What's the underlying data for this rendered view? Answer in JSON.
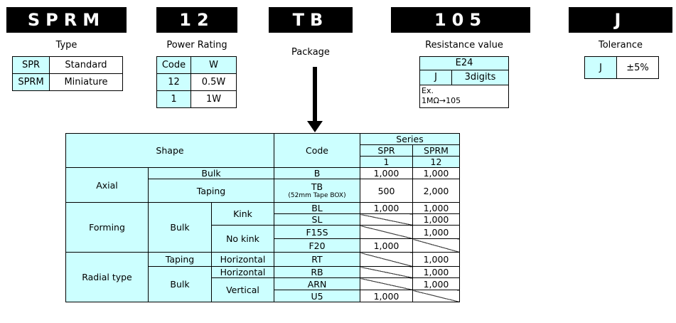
{
  "codes": {
    "type": "SPRM",
    "power": "12",
    "package": "TB",
    "resistance": "105",
    "tolerance": "J"
  },
  "captions": {
    "type": "Type",
    "power": "Power Rating",
    "package": "Package",
    "resistance": "Resistance value",
    "tolerance": "Tolerance"
  },
  "type_table": [
    {
      "code": "SPR",
      "name": "Standard"
    },
    {
      "code": "SPRM",
      "name": "Miniature"
    }
  ],
  "power_table": {
    "header": [
      "Code",
      "W"
    ],
    "rows": [
      [
        "12",
        "0.5W"
      ],
      [
        "1",
        "1W"
      ]
    ]
  },
  "resistance_box": {
    "series": "E24",
    "code": "J",
    "digits": "3digits",
    "example_label": "Ex.",
    "example_value": "1MΩ→105"
  },
  "tolerance_table": {
    "code": "J",
    "value": "±5%"
  },
  "package_table": {
    "h_shape": "Shape",
    "h_code": "Code",
    "h_series": "Series",
    "h_spr": "SPR",
    "h_sprm": "SPRM",
    "h_spr_num": "1",
    "h_sprm_num": "12",
    "axial": "Axial",
    "bulk": "Bulk",
    "taping": "Taping",
    "forming": "Forming",
    "kink": "Kink",
    "no_kink": "No kink",
    "radial": "Radial type",
    "horizontal": "Horizontal",
    "vertical": "Vertical",
    "codes": {
      "b": "B",
      "tb": "TB",
      "tb_note": "(52mm Tape BOX)",
      "bl": "BL",
      "sl": "SL",
      "f15s": "F15S",
      "f20": "F20",
      "rt": "RT",
      "rb": "RB",
      "arn": "ARN",
      "u5": "U5"
    },
    "values": {
      "b_spr": "1,000",
      "b_sprm": "1,000",
      "tb_spr": "500",
      "tb_sprm": "2,000",
      "bl_spr": "1,000",
      "bl_sprm": "1,000",
      "sl_sprm": "1,000",
      "f15s_sprm": "1,000",
      "f20_spr": "1,000",
      "rt_sprm": "1,000",
      "rb_sprm": "1,000",
      "arn_sprm": "1,000",
      "u5_spr": "1,000"
    }
  }
}
